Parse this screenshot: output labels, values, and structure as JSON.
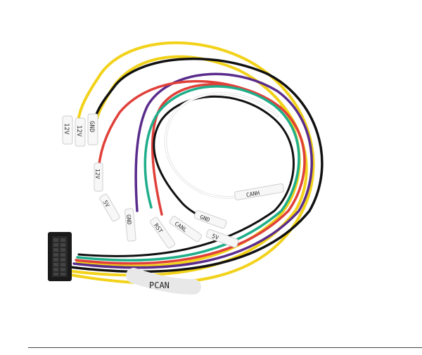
{
  "photo": {
    "subject": "wiring harness with 16-pin connector and labeled leads",
    "sleeve_main": "PCAN",
    "lead_labels": {
      "lead_12v_a": "12V",
      "lead_12v_b": "12V",
      "lead_gnd_top": "GND",
      "lead_red": "12V",
      "lead_5v": "5V",
      "lead_gnd_mid": "GND",
      "lead_rst": "RST",
      "lead_canl": "CANL",
      "lead_gnd_low": "GND",
      "lead_5v_low": "5V",
      "lead_canh": "CANH"
    },
    "wire_colors": {
      "yellow": "#f2d21a",
      "black": "#111111",
      "red": "#e0403a",
      "green": "#1fae8a",
      "purple": "#5a2c8c",
      "white": "#eeeeee",
      "connector": "#1a1a1a"
    }
  }
}
